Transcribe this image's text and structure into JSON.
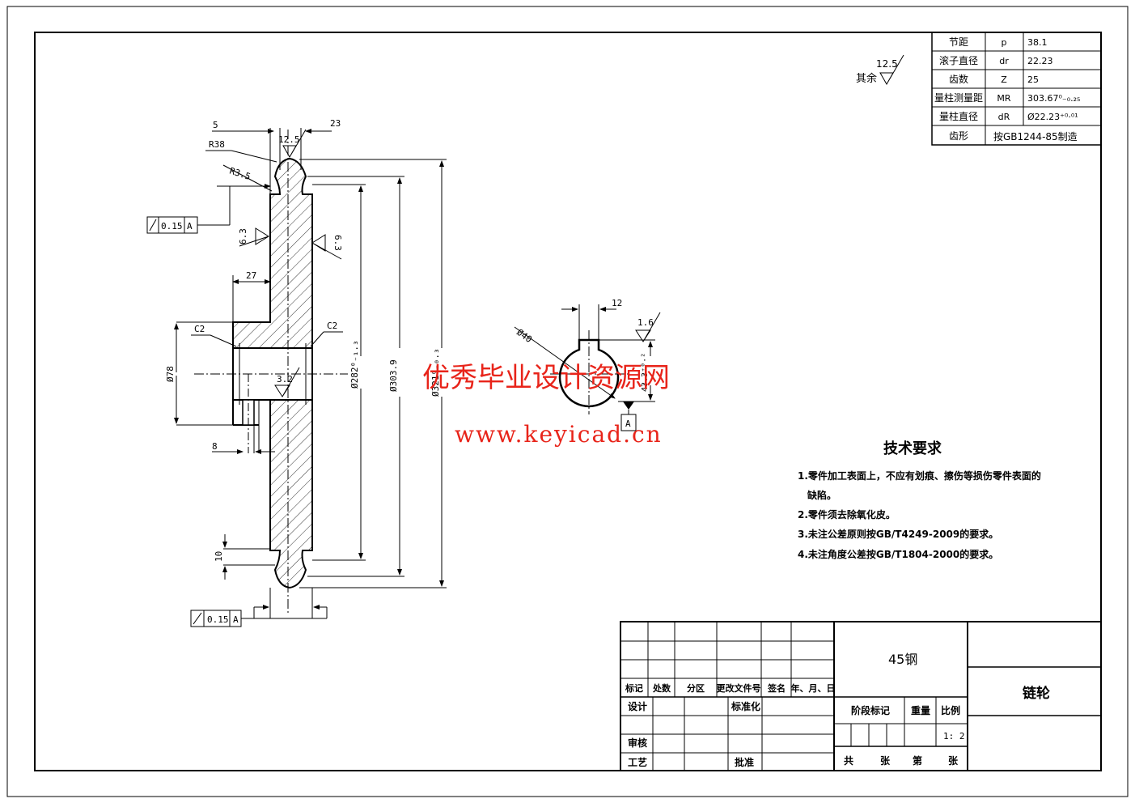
{
  "roughness_other": {
    "prefix": "其余",
    "value": "12.5"
  },
  "params": {
    "rows": [
      {
        "name": "节距",
        "sym": "p",
        "val": "38.1"
      },
      {
        "name": "滚子直径",
        "sym": "dr",
        "val": "22.23"
      },
      {
        "name": "齿数",
        "sym": "Z",
        "val": "25"
      },
      {
        "name": "量柱测量距",
        "sym": "MR",
        "val": "303.67⁰₋₀.₂₅"
      },
      {
        "name": "量柱直径",
        "sym": "dR",
        "val": "Ø22.23⁺⁰·⁰¹"
      }
    ],
    "tooth_row": {
      "name": "齿形",
      "val": "按GB1244-85制造"
    }
  },
  "side_view": {
    "dim_5": "5",
    "dim_23": "23",
    "dim_R38": "R38",
    "dim_R3_5": "R3.5",
    "rough_top": "12.5",
    "rough_left": "6.3",
    "rough_right": "6.3",
    "dim_27": "27",
    "chamfer_left": "C2",
    "chamfer_right": "C2",
    "dia_hub": "Ø78",
    "rough_bore": "3.2",
    "dim_8": "8",
    "dim_10": "10",
    "dia_282": "Ø282⁰₋₁.₃",
    "dia_303": "Ø303.9",
    "dia_321": "Ø321⁰₋₀.₃",
    "tol_top": {
      "value": "0.15",
      "datum": "A"
    },
    "tol_bottom": {
      "value": "0.15",
      "datum": "A"
    }
  },
  "front_view": {
    "dim_12": "12",
    "dia_40": "Ø40",
    "rough": "1.6",
    "dim_keyway": "43.3⁺⁰·²",
    "datum": "A"
  },
  "watermark": {
    "line1": "优秀毕业设计资源网",
    "line2": "www.keyicad.cn"
  },
  "tech": {
    "title": "技术要求",
    "items": [
      "1.零件加工表面上，不应有划痕、擦伤等损伤零件表面的",
      "缺陷。",
      "2.零件须去除氧化皮。",
      "3.未注公差原则按GB/T4249-2009的要求。",
      "4.未注角度公差按GB/T1804-2000的要求。"
    ]
  },
  "title_block": {
    "headers": [
      "标记",
      "处数",
      "分区",
      "更改文件号",
      "签名",
      "年、月、日"
    ],
    "design": "设计",
    "standardize": "标准化",
    "review": "审核",
    "process": "工艺",
    "approve": "批准",
    "material": "45钢",
    "stage_mark": "阶段标记",
    "weight": "重量",
    "scale": "比例",
    "scale_value": "1: 2",
    "part_name": "链轮",
    "total": "共",
    "sheets1": "张",
    "page": "第",
    "sheets2": "张"
  }
}
